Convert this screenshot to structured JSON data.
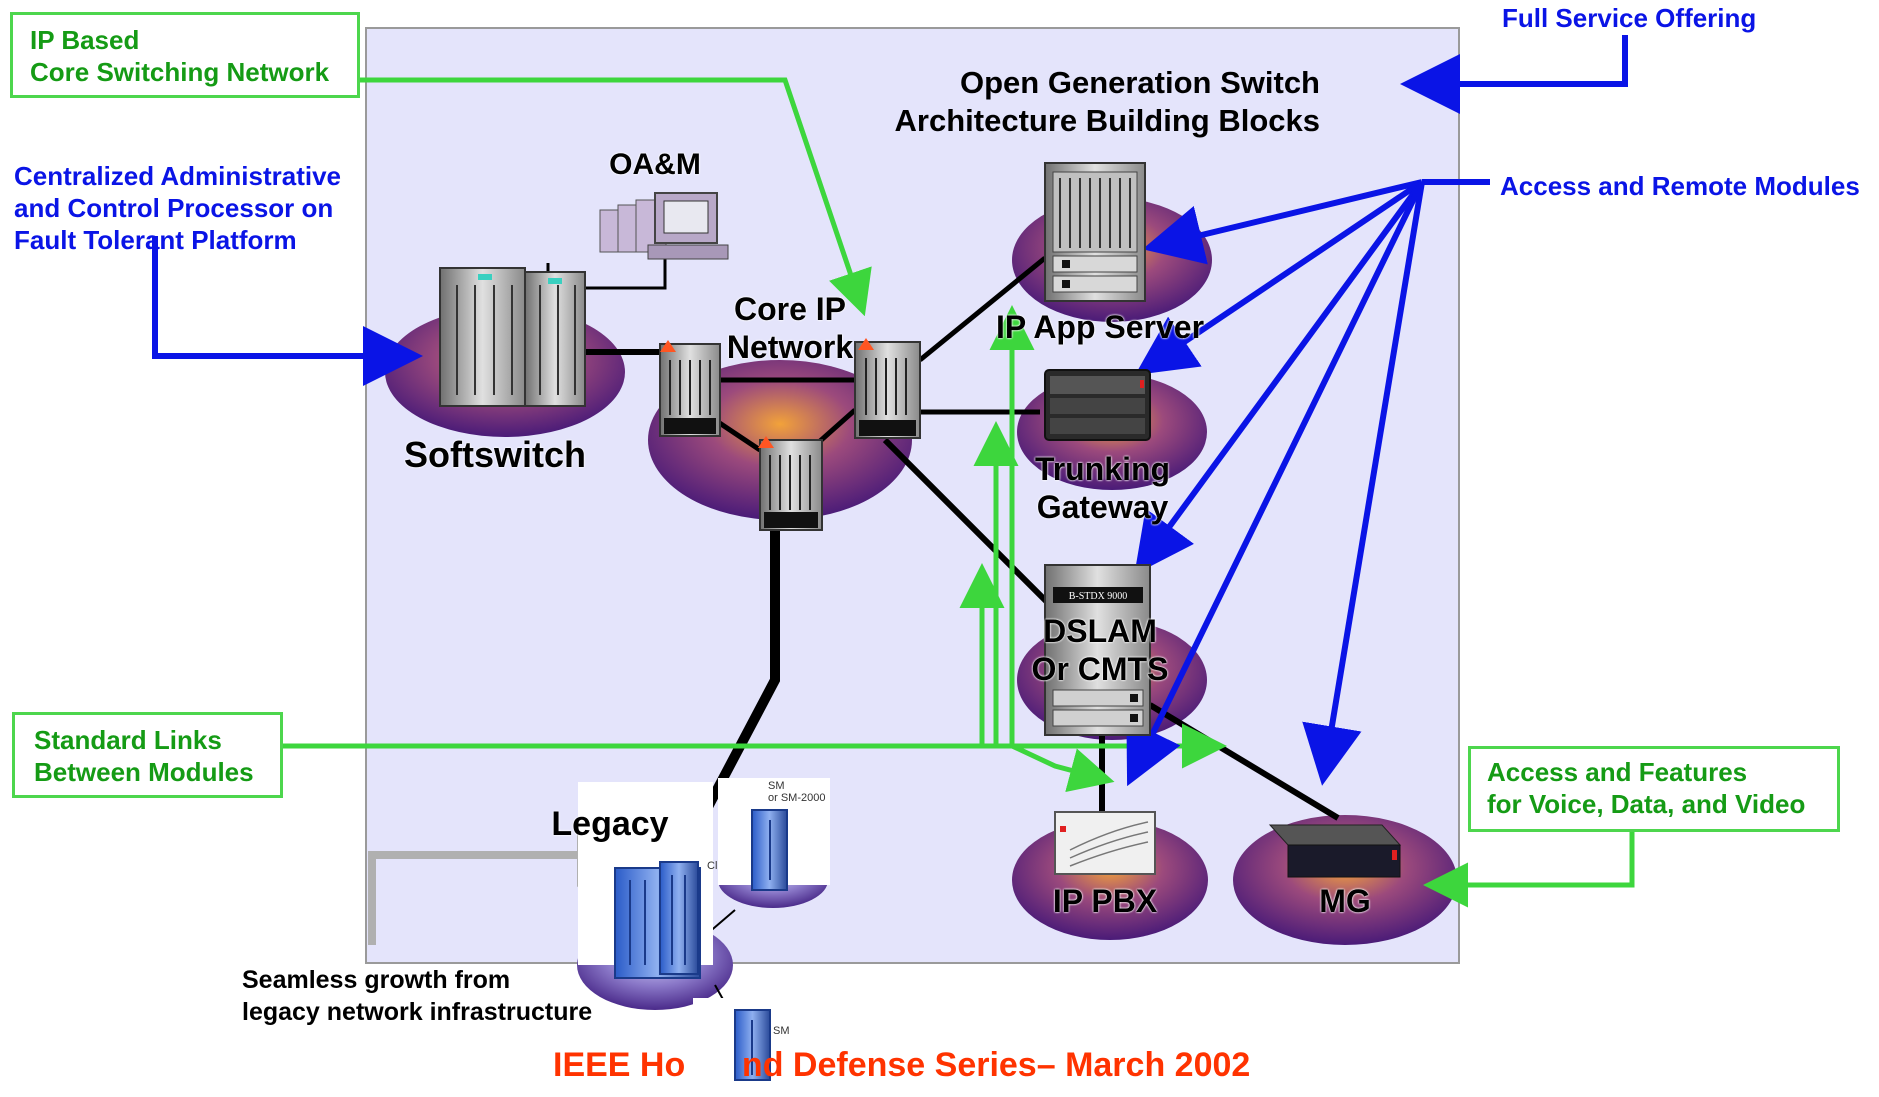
{
  "diagram": {
    "title": "Open Generation Switch\nArchitecture Building Blocks",
    "footer": "IEEE Ho      nd Defense Series– March 2002",
    "callouts": {
      "ip_core": "IP  Based\nCore Switching Network",
      "centralized": "Centralized Administrative\nand Control Processor on\nFault Tolerant Platform",
      "full_service": "Full Service Offering",
      "access_remote": "Access and Remote Modules",
      "standard_links": "Standard Links\nBetween Modules",
      "access_features": "Access and Features\nfor Voice, Data, and Video",
      "seamless": "Seamless growth from\nlegacy network infrastructure"
    },
    "nodes": {
      "oam": "OA&M",
      "softswitch": "Softswitch",
      "core_ip": "Core IP\nNetwork",
      "app_server": "IP App Server",
      "trunking": "Trunking\nGateway",
      "dslam": "DSLAM\nOr CMTS",
      "dslam_device": "B-STDX  9000",
      "ip_pbx": "IP PBX",
      "mg": "MG",
      "legacy": "Legacy",
      "legacy_sm1": "SM\nor SM-2000",
      "legacy_sm2": "SM",
      "legacy_cl": "Cl"
    },
    "colors": {
      "background_panel": "#e4e4fb",
      "link_green": "#3dd63d",
      "arrow_blue": "#0a14e6",
      "footer_red": "#ff3300"
    }
  }
}
